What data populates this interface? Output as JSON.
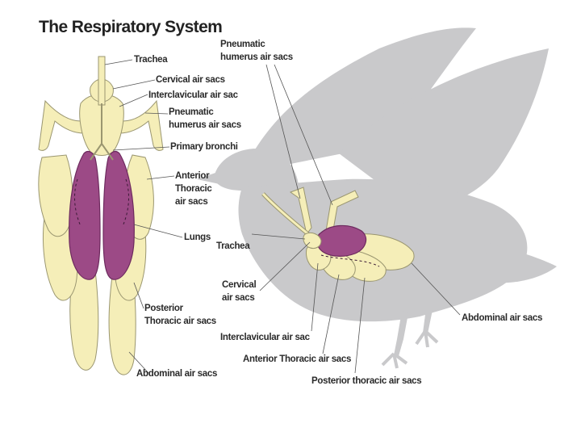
{
  "title": "The Respiratory System",
  "colors": {
    "background": "#ffffff",
    "silhouette": "#c9c9cb",
    "lung": "#9c4a86",
    "lung_stroke": "#6d2a5e",
    "air_sac": "#f5eeb8",
    "air_sac_stroke": "#9a9670",
    "label_text": "#2a2a2a",
    "leader_line": "#555555"
  },
  "front_view": {
    "labels": {
      "trachea": "Trachea",
      "cervical": "Cervical air sacs",
      "interclavicular": "Interclavicular air sac",
      "pneumatic_humerus": "Pneumatic\nhumerus air sacs",
      "primary_bronchi": "Primary bronchi",
      "anterior_thoracic": "Anterior\nThoracic\nair sacs",
      "lungs": "Lungs",
      "posterior_thoracic": "Posterior\nThoracic air sacs",
      "abdominal": "Abdominal air sacs"
    }
  },
  "side_view": {
    "labels": {
      "pneumatic_humerus": "Pneumatic\nhumerus air sacs",
      "trachea": "Trachea",
      "cervical": "Cervical\nair sacs",
      "interclavicular": "Interclavicular air sac",
      "anterior_thoracic": "Anterior Thoracic air sacs",
      "posterior_thoracic": "Posterior thoracic air sacs",
      "abdominal": "Abdominal air sacs"
    }
  }
}
